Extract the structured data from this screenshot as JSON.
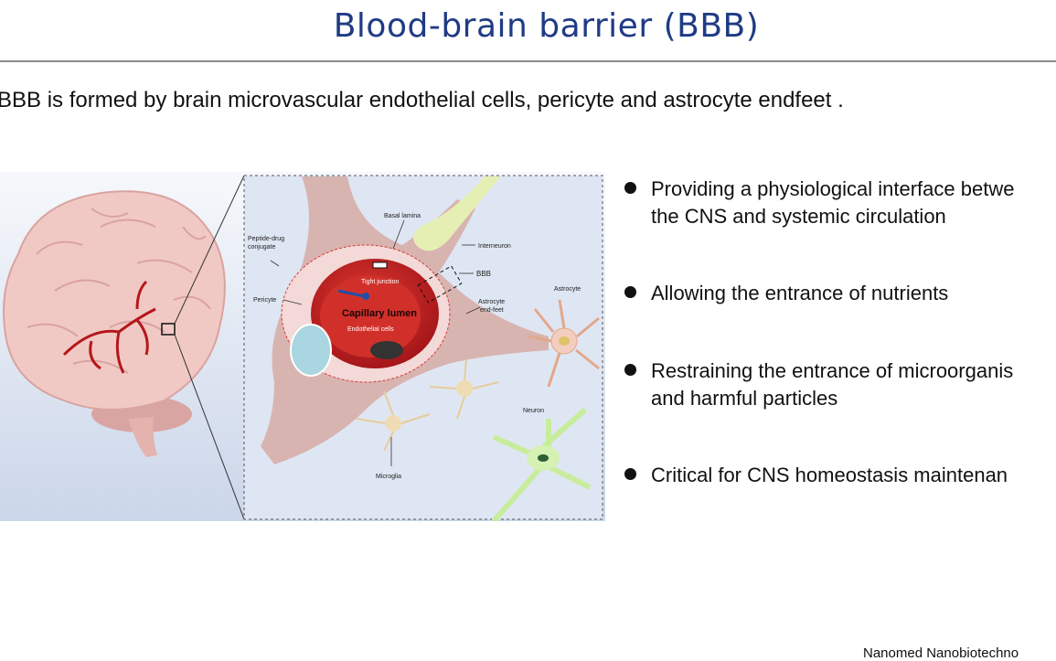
{
  "slide": {
    "title": "Blood-brain barrier (BBB)",
    "intro": "BBB is formed by brain microvascular endothelial cells, pericyte and astrocyte endfeet .",
    "footer": "Nanomed Nanobiotechno"
  },
  "figure": {
    "labels": {
      "basal_lamina": "Basal lamina",
      "peptide_drug_1": "Peptide-drug",
      "peptide_drug_2": "conjugate",
      "interneuron": "Interneuron",
      "tight_junction": "Tight junction",
      "bbb": "BBB",
      "pericyte": "Pericyte",
      "astrocyte_endfeet_1": "Astrocyte",
      "astrocyte_endfeet_2": "end-feet",
      "astrocyte": "Astrocyte",
      "capillary_lumen": "Capillary lumen",
      "endothelial_cells": "Endothelial cells",
      "neuron": "Neuron",
      "microglia": "Microglia"
    },
    "colors": {
      "background": "#dfe6f3",
      "brain": "#f1c9c4",
      "vessel": "#b5171b",
      "endfeet": "#d8b4b0",
      "lumen": "#c8231e",
      "pericyte": "#a9d6e0",
      "neuron": "#d5f1b3"
    }
  },
  "bullets": [
    {
      "text": "Providing a physiological interface betwe\nthe CNS and systemic circulation"
    },
    {
      "text": "Allowing the entrance of nutrients"
    },
    {
      "text": "Restraining the entrance of microorganis\nand harmful particles"
    },
    {
      "text": "Critical for CNS homeostasis maintenan"
    }
  ]
}
